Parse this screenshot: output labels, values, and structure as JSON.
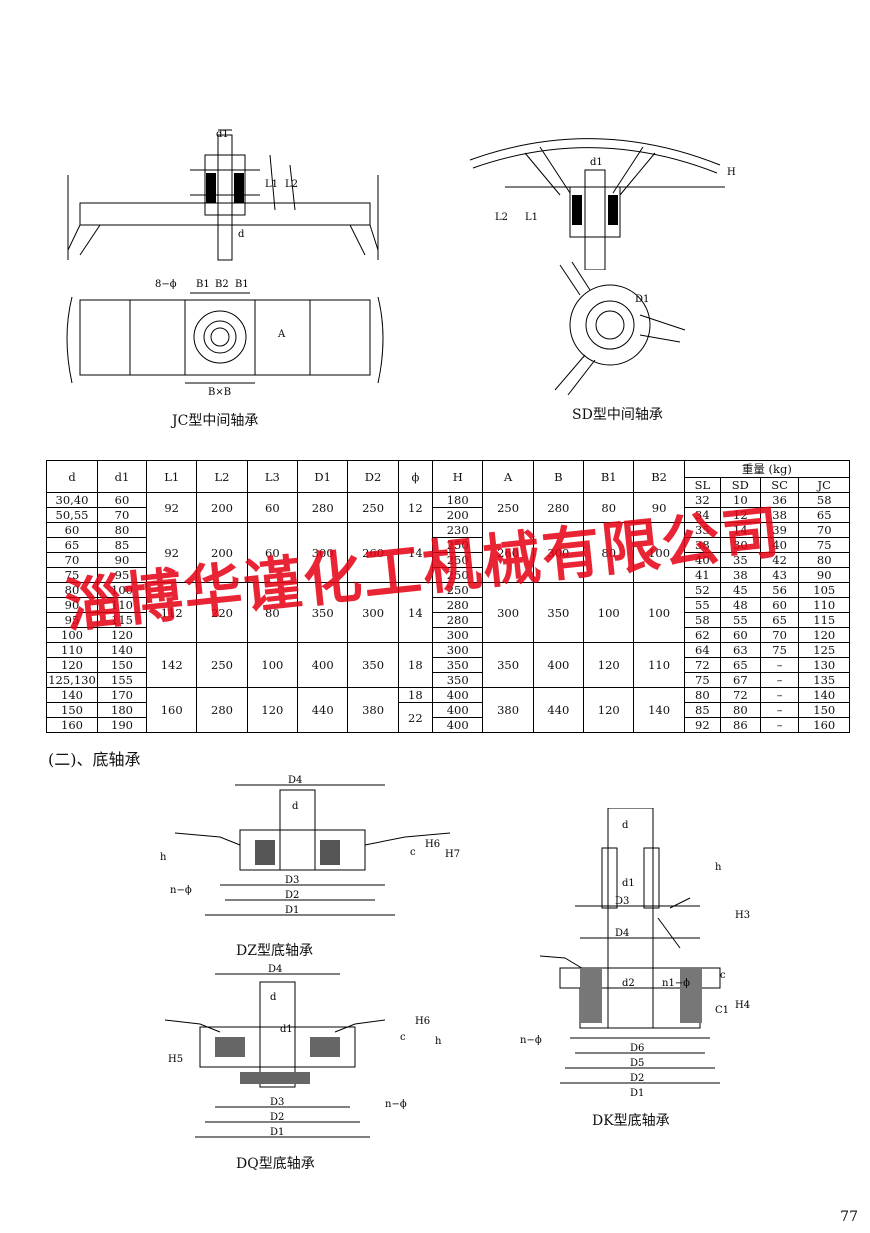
{
  "figures": {
    "jc_caption": "JC型中间轴承",
    "sd_caption": "SD型中间轴承",
    "dz_caption": "DZ型底轴承",
    "dq_caption": "DQ型底轴承",
    "dk_caption": "DK型底轴承",
    "labels": {
      "d1": "d1",
      "d": "d",
      "L1": "L1",
      "L2": "L2",
      "H": "H",
      "A": "A",
      "B1": "B1",
      "B2": "B2",
      "BxB": "B×B",
      "eight_phi": "8−ϕ",
      "D1": "D1",
      "D2": "D2",
      "D3": "D3",
      "D4": "D4",
      "D5": "D5",
      "D6": "D6",
      "d2": "d2",
      "h": "h",
      "c": "c",
      "C1": "C1",
      "H4": "H4",
      "H5": "H5",
      "H6": "H6",
      "H7": "H7",
      "H3": "H3",
      "n_phi": "n−ϕ",
      "n1_phi": "n1−ϕ"
    }
  },
  "table": {
    "headers": [
      "d",
      "d1",
      "L1",
      "L2",
      "L3",
      "D1",
      "D2",
      "ϕ",
      "H",
      "A",
      "B",
      "B1",
      "B2"
    ],
    "weight_header": "重量 (kg)",
    "weight_cols": [
      "SL",
      "SD",
      "SC",
      "JC"
    ],
    "d_col": [
      "30,40",
      "50,55",
      "60",
      "65",
      "70",
      "75",
      "80",
      "90",
      "95",
      "100",
      "110",
      "120",
      "125,130",
      "140",
      "150",
      "160"
    ],
    "d1_col": [
      "60",
      "70",
      "80",
      "85",
      "90",
      "95",
      "100",
      "110",
      "115",
      "120",
      "140",
      "150",
      "155",
      "170",
      "180",
      "190"
    ],
    "H_col": [
      "180",
      "200",
      "230",
      "250",
      "250",
      "250",
      "250",
      "280",
      "280",
      "300",
      "300",
      "350",
      "350",
      "400",
      "400",
      "400"
    ],
    "weights": [
      [
        "32",
        "10",
        "36",
        "58"
      ],
      [
        "34",
        "12",
        "38",
        "65"
      ],
      [
        "35",
        "14",
        "39",
        "70"
      ],
      [
        "38",
        "30",
        "40",
        "75"
      ],
      [
        "40",
        "35",
        "42",
        "80"
      ],
      [
        "41",
        "38",
        "43",
        "90"
      ],
      [
        "52",
        "45",
        "56",
        "105"
      ],
      [
        "55",
        "48",
        "60",
        "110"
      ],
      [
        "58",
        "55",
        "65",
        "115"
      ],
      [
        "62",
        "60",
        "70",
        "120"
      ],
      [
        "64",
        "63",
        "75",
        "125"
      ],
      [
        "72",
        "65",
        "–",
        "130"
      ],
      [
        "75",
        "67",
        "–",
        "135"
      ],
      [
        "80",
        "72",
        "–",
        "140"
      ],
      [
        "85",
        "80",
        "–",
        "150"
      ],
      [
        "92",
        "86",
        "–",
        "160"
      ]
    ],
    "groups": [
      {
        "L1": "92",
        "L2": "200",
        "L3": "60",
        "D1": "280",
        "D2": "250",
        "phi": "12",
        "A": "250",
        "B": "280",
        "B1": "80",
        "B2": "90"
      },
      {
        "L1": "92",
        "L2": "200",
        "L3": "60",
        "D1": "300",
        "D2": "260",
        "phi": "14",
        "A": "260",
        "B": "300",
        "B1": "80",
        "B2": "100"
      },
      {
        "L1": "112",
        "L2": "220",
        "L3": "80",
        "D1": "350",
        "D2": "300",
        "phi": "14",
        "A": "300",
        "B": "350",
        "B1": "100",
        "B2": "100"
      },
      {
        "L1": "142",
        "L2": "250",
        "L3": "100",
        "D1": "400",
        "D2": "350",
        "phi": "18",
        "A": "350",
        "B": "400",
        "B1": "120",
        "B2": "110"
      },
      {
        "L1": "160",
        "L2": "280",
        "L3": "120",
        "D1": "440",
        "D2": "380",
        "phi_a": "18",
        "phi_b": "22",
        "A": "380",
        "B": "440",
        "B1": "120",
        "B2": "140"
      }
    ]
  },
  "section_title": "(二)、底轴承",
  "watermark": "淄博华谨化工机械有限公司",
  "page_number": "77"
}
